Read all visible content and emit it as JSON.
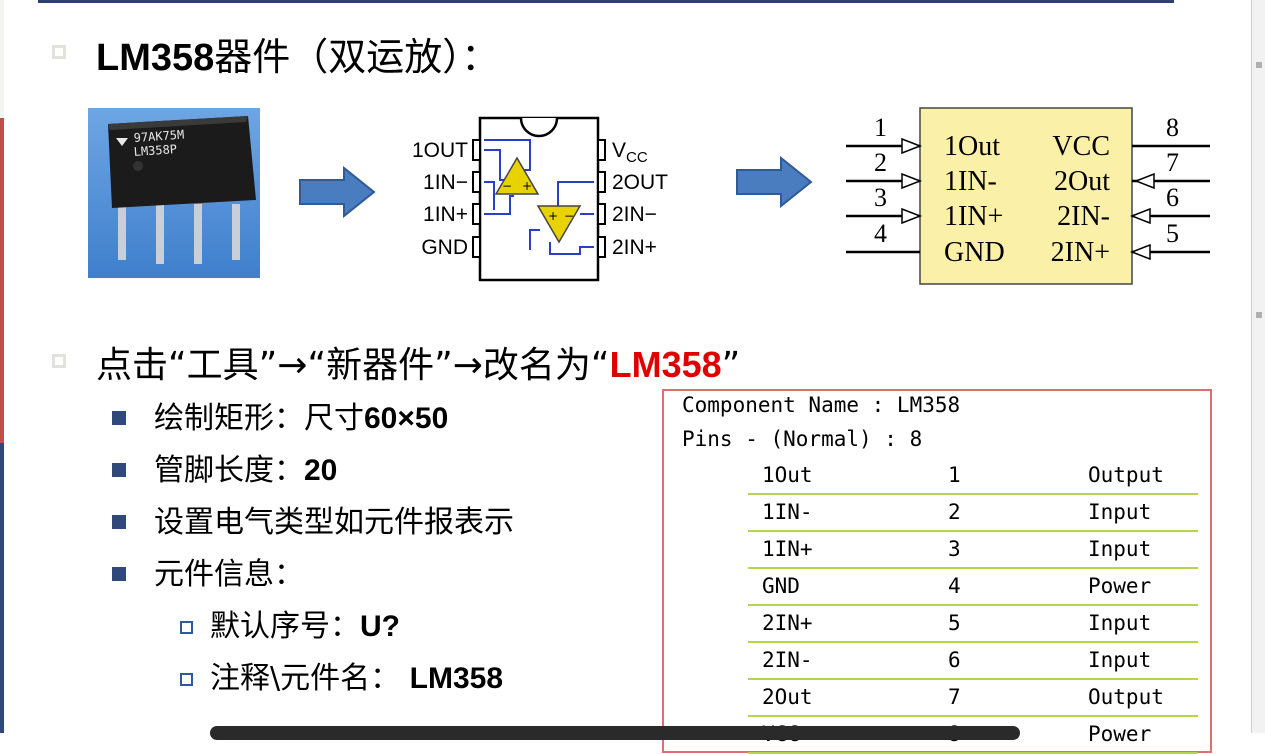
{
  "heading1": {
    "prefix": "LM358",
    "suffix": "器件（双运放）："
  },
  "chip": {
    "line1": "97AK75M",
    "line2": "LM358P"
  },
  "pinout": {
    "left": [
      "1OUT",
      "1IN−",
      "1IN+",
      "GND"
    ],
    "right_vcc": "V",
    "right_vcc_sub": "CC",
    "right": [
      "2OUT",
      "2IN−",
      "2IN+"
    ],
    "amp_minus": "−",
    "amp_plus": "+"
  },
  "symbol": {
    "left_nums": [
      "1",
      "2",
      "3",
      "4"
    ],
    "right_nums": [
      "8",
      "7",
      "6",
      "5"
    ],
    "left_labels": [
      "1Out",
      "1IN-",
      "1IN+",
      "GND"
    ],
    "right_labels": [
      "VCC",
      "2Out",
      "2IN-",
      "2IN+"
    ]
  },
  "heading2": {
    "text": "点击“工具”→“新器件”→改名为“",
    "red": "LM358",
    "close": "”"
  },
  "list": {
    "i1_cn": "绘制矩形：尺寸",
    "i1_val": "60×50",
    "i2_cn": "管脚长度：",
    "i2_val": "20",
    "i3": "设置电气类型如元件报表示",
    "i4": "元件信息：",
    "s1_cn": "默认序号：",
    "s1_val": "U?",
    "s2_cn": "注释\\元件名：",
    "s2_val": "LM358"
  },
  "report": {
    "line1": "Component Name : LM358",
    "line2": "Pins - (Normal) : 8",
    "rows": [
      {
        "name": "1Out",
        "num": "1",
        "type": "Output"
      },
      {
        "name": "1IN-",
        "num": "2",
        "type": "Input"
      },
      {
        "name": "1IN+",
        "num": "3",
        "type": "Input"
      },
      {
        "name": "GND",
        "num": "4",
        "type": "Power"
      },
      {
        "name": "2IN+",
        "num": "5",
        "type": "Input"
      },
      {
        "name": "2IN-",
        "num": "6",
        "type": "Input"
      },
      {
        "name": "2Out",
        "num": "7",
        "type": "Output"
      },
      {
        "name": "VCC",
        "num": "8",
        "type": "Power"
      }
    ]
  },
  "colors": {
    "red": "#e00000",
    "accent_blue": "#2f4a7a",
    "symbol_fill": "#fbf0a8",
    "arrow_blue": "#4a7cc0",
    "rule_green": "#b5d64a"
  }
}
